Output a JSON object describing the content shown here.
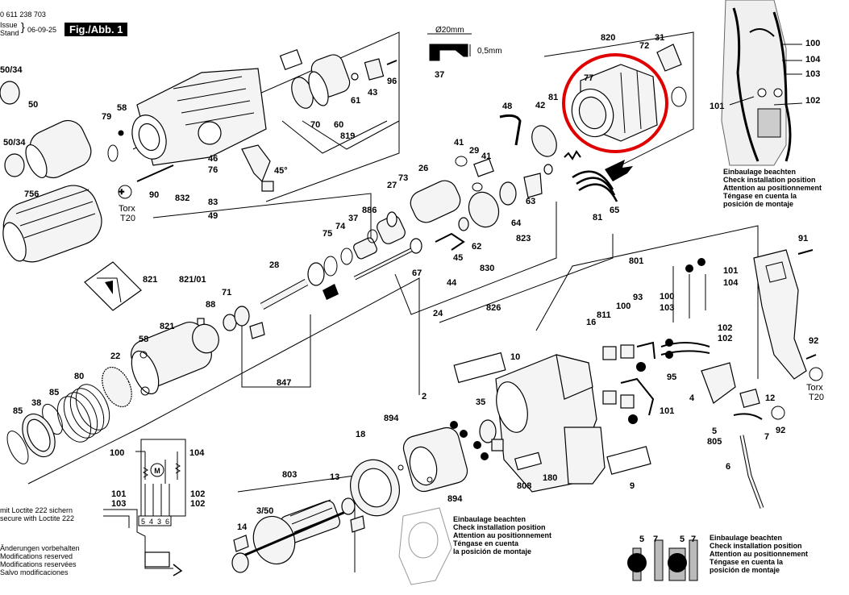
{
  "header": {
    "part_number": "0 611 238 703",
    "issue_label_1": "Issue",
    "issue_label_2": "Stand",
    "issue_date": "06-09-25",
    "figure_label": "Fig./Abb. 1"
  },
  "dimensions": {
    "diameter": "Ø20mm",
    "thickness": "0,5mm",
    "part": "37"
  },
  "notes": {
    "loctite": [
      "mit Loctite 222 sichern",
      "secure with Loctite 222"
    ],
    "modifications": [
      "Änderungen vorbehalten",
      "Modifications reserved",
      "Modifications reservées",
      "Salvo modificaciones"
    ],
    "install_top": [
      "Einbaulage beachten",
      "Check installation position",
      "Attention au positionnement",
      "Téngase en cuenta la",
      "posición de montaje"
    ],
    "install_motor": [
      "Einbaulage beachten",
      "Check installation position",
      "Attention au positionnement",
      "Téngase en cuenta",
      "la posición de montaje"
    ],
    "install_bottom": [
      "Einbaulage beachten",
      "Check installation position",
      "Attention au positionnement",
      "Téngase en cuenta la",
      "posición de montaje"
    ]
  },
  "torx": [
    {
      "label": "Torx",
      "size": "T20"
    },
    {
      "label": "Torx",
      "size": "T20"
    }
  ],
  "labels": {
    "p50_34a": "50/34",
    "p50": "50",
    "p50_34b": "50/34",
    "p756": "756",
    "p79": "79",
    "p58a": "58",
    "p90": "90",
    "p46": "46",
    "p76": "76",
    "p832": "832",
    "p83": "83",
    "p49": "49",
    "p45deg": "45°",
    "p70": "70",
    "p60": "60",
    "p61": "61",
    "p43": "43",
    "p96": "96",
    "p819": "819",
    "p821a": "821",
    "p821_01": "821/01",
    "p71": "71",
    "p88": "88",
    "p58b": "58",
    "p821b": "821",
    "p22": "22",
    "p80": "80",
    "p85a": "85",
    "p38": "38",
    "p85b": "85",
    "p847": "847",
    "p28": "28",
    "p75": "75",
    "p74": "74",
    "p37b": "37",
    "p886": "886",
    "p27": "27",
    "p73": "73",
    "p26": "26",
    "p41a": "41",
    "p29": "29",
    "p41b": "41",
    "p48": "48",
    "p42": "42",
    "p81a": "81",
    "p820": "820",
    "p72": "72",
    "p31": "31",
    "p77": "77",
    "p81b": "81",
    "p65": "65",
    "p64": "64",
    "p63": "63",
    "p62": "62",
    "p823": "823",
    "p830": "830",
    "p45": "45",
    "p67": "67",
    "p44": "44",
    "p24": "24",
    "p826": "826",
    "p801": "801",
    "p100a": "100",
    "p104a": "104",
    "p103a": "103",
    "p101a": "101",
    "p102a": "102",
    "p91": "91",
    "p92a": "92",
    "p16": "16",
    "p811": "811",
    "p100b": "100",
    "p93": "93",
    "p101b": "101",
    "p104b": "104",
    "p100c": "100",
    "p103b": "103",
    "p102b": "102",
    "p102c": "102",
    "p95": "95",
    "p4": "4",
    "p12": "12",
    "p101c": "101",
    "p10": "10",
    "p2": "2",
    "p35": "35",
    "p894a": "894",
    "p894b": "894",
    "p18": "18",
    "p808": "808",
    "p180": "180",
    "p9": "9",
    "p5": "5",
    "p805": "805",
    "p7": "7",
    "p92b": "92",
    "p6": "6",
    "p803": "803",
    "p13": "13",
    "p3_50": "3/50",
    "p14": "14",
    "w100": "100",
    "w104": "104",
    "w101": "101",
    "w103": "103",
    "w102a": "102",
    "w102b": "102",
    "b5a": "5",
    "b7a": "7",
    "b5b": "5",
    "b7b": "7"
  },
  "wiring": {
    "terminals": [
      "5",
      "4",
      "3",
      "6"
    ],
    "motor": "M"
  }
}
